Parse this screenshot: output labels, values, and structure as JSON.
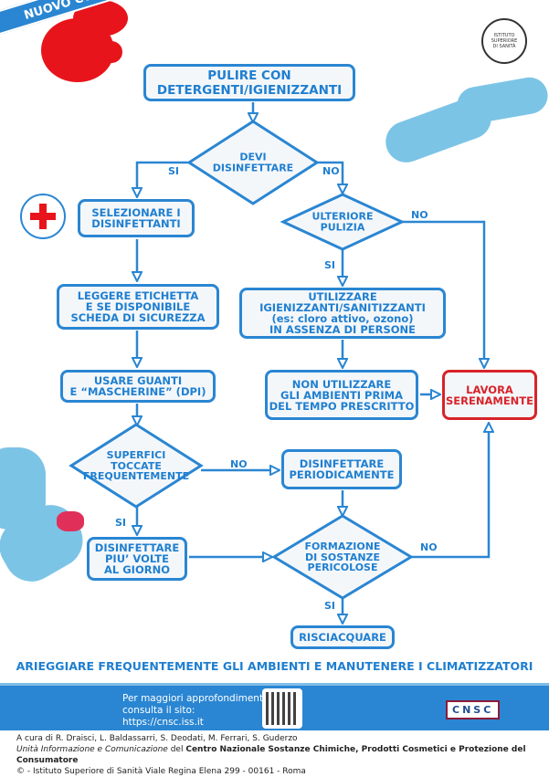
{
  "banner": {
    "title": "NUOVO CORONAVIRUS"
  },
  "logos": {
    "iss_seal": "ISTITUTO SUPERIORE DI SANITÀ",
    "pmc": "Presidio Medico Chirurgico",
    "cnsc": "CNSC"
  },
  "flow": {
    "pulire": "PULIRE CON\nDETERGENTI/IGIENIZZANTI",
    "devi": "DEVI\nDISINFETTARE",
    "selezionare": "SELEZIONARE I\nDISINFETTANTI",
    "ulteriore": "ULTERIORE\nPULIZIA",
    "leggere": "LEGGERE ETICHETTA\nE SE DISPONIBILE\nSCHEDA DI SICUREZZA",
    "utilizzare": "UTILIZZARE\nIGIENIZZANTI/SANITIZZANTI\n(es: cloro attivo, ozono)\nIN ASSENZA DI PERSONE",
    "usare": "USARE GUANTI\nE “MASCHERINE” (DPI)",
    "non_utilizzare": "NON UTILIZZARE\nGLI AMBIENTI PRIMA\nDEL TEMPO PRESCRITTO",
    "lavora": "LAVORA\nSERENAMENTE",
    "superfici": "SUPERFICI\nTOCCATE\nFREQUENTEMENTE",
    "periodicamente": "DISINFETTARE\nPERIODICAMENTE",
    "piu_volte": "DISINFETTARE\nPIU’ VOLTE\nAL GIORNO",
    "formazione": "FORMAZIONE\nDI SOSTANZE\nPERICOLOSE",
    "risciacquare": "RISCIACQUARE",
    "si": "SI",
    "no": "NO"
  },
  "bottom_note": "ARIEGGIARE FREQUENTEMENTE GLI AMBIENTI E MANUTENERE I CLIMATIZZATORI",
  "info": {
    "line1": "Per maggiori approfondimenti",
    "line2": "consulta il sito:",
    "url": "https://cnsc.iss.it"
  },
  "footer": {
    "authors": "A cura di R. Draisci, L. Baldassarri, S. Deodati, M. Ferrari, S. Guderzo",
    "unit_italic": "Unità Informazione e Comunicazione",
    "unit_del": " del ",
    "centre": "Centro Nazionale Sostanze Chimiche, Prodotti Cosmetici e Protezione del Consumatore",
    "address": "© - Istituto Superiore di Sanità Viale Regina Elena 299 - 00161 - Roma"
  }
}
